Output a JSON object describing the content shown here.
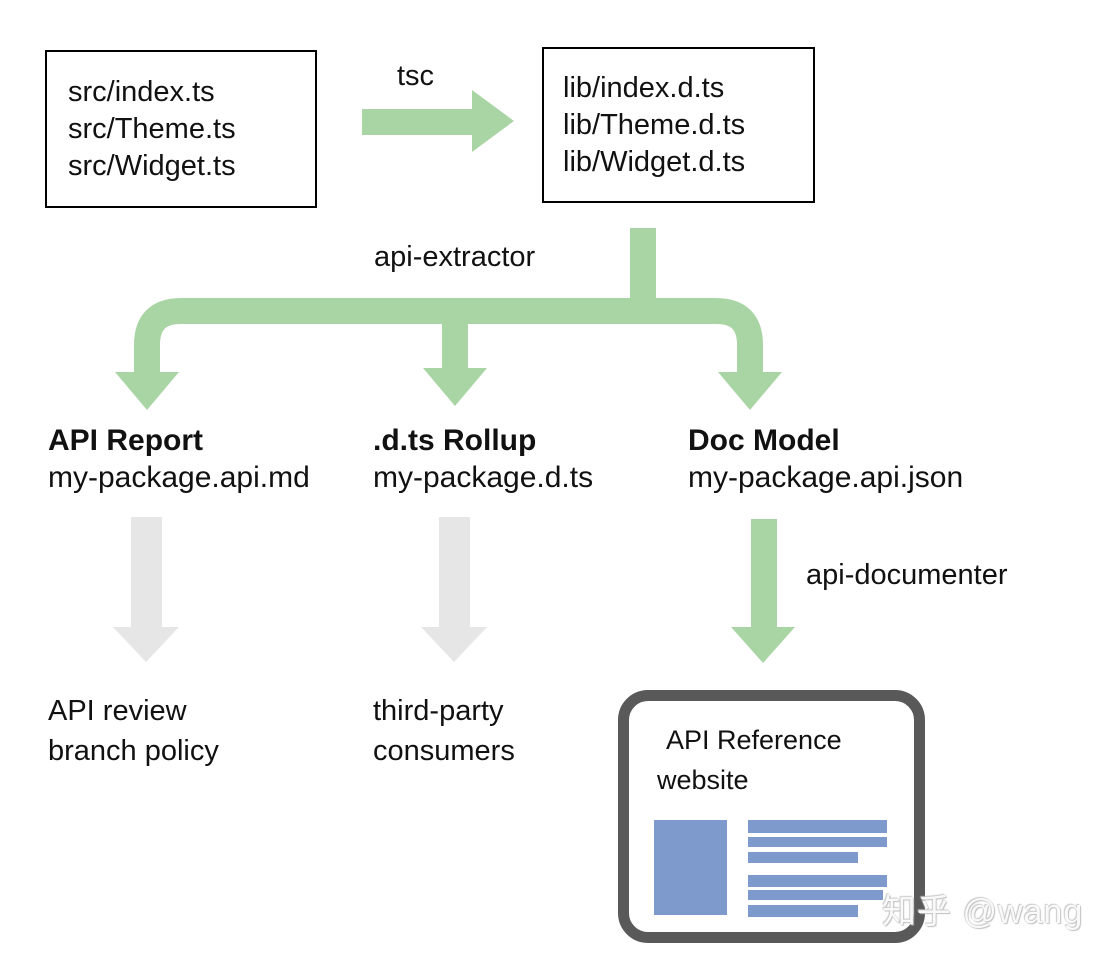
{
  "colors": {
    "arrow_green": "#a9d5a4",
    "arrow_gray": "#e6e6e6",
    "box_border": "#000000",
    "website_border": "#595959",
    "website_blue": "#7e99cb",
    "watermark_gray": "#c9c9c9"
  },
  "source_box": {
    "lines": [
      "src/index.ts",
      "src/Theme.ts",
      "src/Widget.ts"
    ]
  },
  "lib_box": {
    "lines": [
      "lib/index.d.ts",
      "lib/Theme.d.ts",
      "lib/Widget.d.ts"
    ]
  },
  "labels": {
    "tsc": "tsc",
    "api_extractor": "api-extractor",
    "api_documenter": "api-documenter"
  },
  "outputs": [
    {
      "title": "API Report",
      "file": "my-package.api.md",
      "consumer_line1": "API review",
      "consumer_line2": "branch policy"
    },
    {
      "title": ".d.ts Rollup",
      "file": "my-package.d.ts",
      "consumer_line1": "third-party",
      "consumer_line2": "consumers"
    },
    {
      "title": "Doc Model",
      "file": "my-package.api.json"
    }
  ],
  "website_box": {
    "title_line1": "API Reference",
    "title_line2": "website"
  },
  "watermark": "知乎 @wang"
}
